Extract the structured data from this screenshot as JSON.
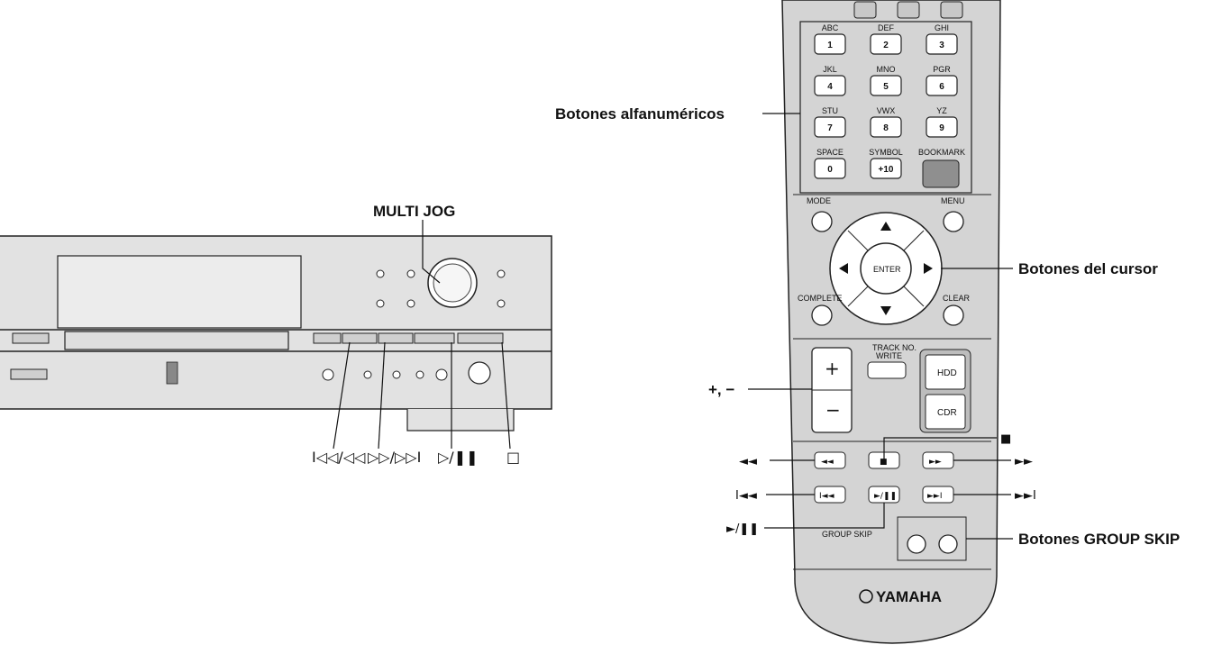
{
  "labels": {
    "multi_jog": "MULTI JOG",
    "alfanumericos": "Botones alfanuméricos",
    "cursor": "Botones del cursor",
    "plus_minus": "+, −",
    "stop_symbol": "■",
    "rewind_symbol": "◄◄",
    "ffwd_symbol": "►►",
    "prev_symbol": "I◄◄",
    "next_symbol": "►►I",
    "play_pause_symbol": "►/❚❚",
    "group_skip": "Botones GROUP SKIP",
    "front_skip_back": "I◁◁/◁◁",
    "front_skip_fwd": "▷▷/▷▷I",
    "front_play_pause": "▷/❚❚",
    "front_stop": "□"
  },
  "remote": {
    "brand": "YAMAHA",
    "keys": [
      {
        "letters": "ABC",
        "num": "1"
      },
      {
        "letters": "DEF",
        "num": "2"
      },
      {
        "letters": "GHI",
        "num": "3"
      },
      {
        "letters": "JKL",
        "num": "4"
      },
      {
        "letters": "MNO",
        "num": "5"
      },
      {
        "letters": "PGR",
        "num": "6"
      },
      {
        "letters": "STU",
        "num": "7"
      },
      {
        "letters": "VWX",
        "num": "8"
      },
      {
        "letters": "YZ",
        "num": "9"
      },
      {
        "letters": "SPACE",
        "num": "0"
      },
      {
        "letters": "SYMBOL",
        "num": "+10"
      },
      {
        "letters": "BOOKMARK",
        "num": ""
      }
    ],
    "mode": "MODE",
    "menu": "MENU",
    "enter": "ENTER",
    "complete": "COMPLETE",
    "clear": "CLEAR",
    "track_no_write": [
      "TRACK NO.",
      "WRITE"
    ],
    "hdd": "HDD",
    "cdr": "CDR",
    "plus": "+",
    "minus": "−",
    "group_skip": "GROUP SKIP"
  }
}
